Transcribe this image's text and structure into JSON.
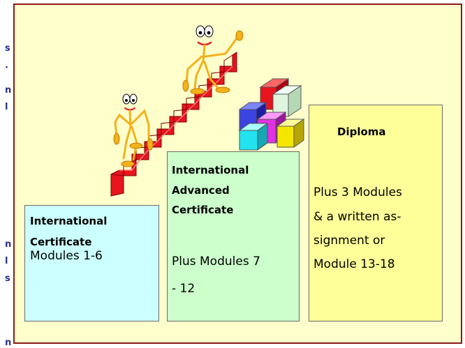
{
  "left_strip_glyphs": [
    "s",
    "·",
    "n",
    "l",
    "n",
    "l",
    "s",
    "n"
  ],
  "boxes": {
    "certificate": {
      "title_line1": "International",
      "title_line2": "Certificate",
      "body_line1": "Modules 1-6"
    },
    "advanced": {
      "title_line1": "International",
      "title_line2": "Advanced",
      "title_line3": "Certificate",
      "body_line1": "Plus Modules 7",
      "body_line2": "- 12"
    },
    "diploma": {
      "title": "Diploma",
      "body_line1": "Plus 3  Modules",
      "body_line2": "& a written as-",
      "body_line3": "signment or",
      "body_line4": "Module 13-18"
    }
  },
  "colors": {
    "frame_background": "#ffffcc",
    "frame_border": "#8b1a1a",
    "certificate_box": "#ccffff",
    "advanced_box": "#ccffcc",
    "diploma_box": "#ffff99",
    "stairs": "#e8141e",
    "figure": "#f2b21a"
  }
}
